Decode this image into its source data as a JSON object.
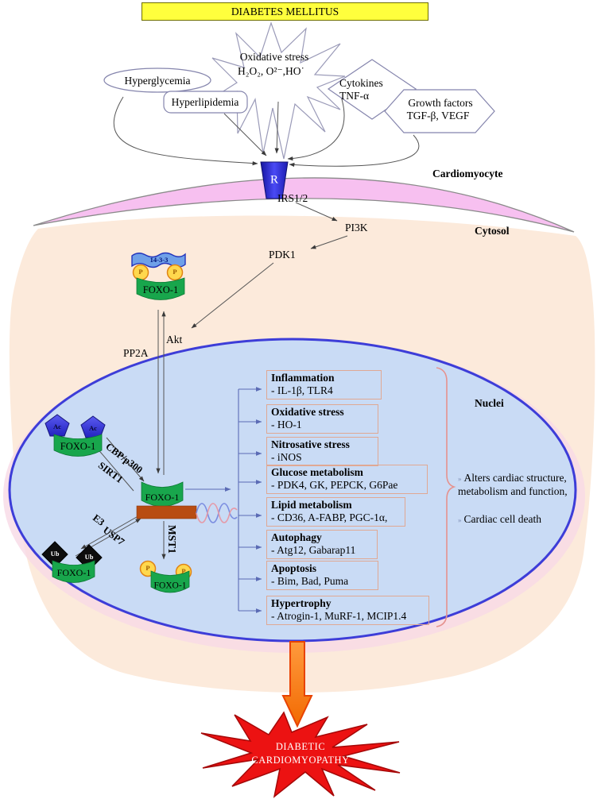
{
  "header": {
    "title": "DIABETES MELLITUS"
  },
  "stressors": {
    "oxidative_line1": "Oxidative stress",
    "oxidative_line2": "H₂O₂, O²⁻,HO˙",
    "hyperglycemia": "Hyperglycemia",
    "hyperlipidemia": "Hyperlipidemia",
    "cytokines_line1": "Cytokines",
    "cytokines_line2": "TNF-α",
    "growth_line1": "Growth factors",
    "growth_line2": "TGF-β, VEGF"
  },
  "cell": {
    "cardiomyocyte": "Cardiomyocyte",
    "cytosol": "Cytosol",
    "nuclei": "Nuclei",
    "receptor": "R",
    "irs": "IRS1/2"
  },
  "signaling": {
    "pi3k": "PI3K",
    "pdk1": "PDK1",
    "akt": "Akt",
    "pp2a": "PP2A",
    "ribbon_14_3_3": "14-3-3",
    "foxo1": "FOXO-1",
    "p_tag": "P",
    "ac_tag": "Ac",
    "ub_tag": "Ub",
    "cbp": "CBP/p300",
    "sirt1": "SIRT1",
    "e3": "E3",
    "usp7": "USP7",
    "mst1": "MST1"
  },
  "targets": {
    "boxes": [
      {
        "title": "Inflammation",
        "item": "- IL-1β, TLR4"
      },
      {
        "title": "Oxidative stress",
        "item": "- HO-1"
      },
      {
        "title": "Nitrosative stress",
        "item": "- iNOS"
      },
      {
        "title": "Glucose metabolism",
        "item": "- PDK4, GK, PEPCK, G6Pae"
      },
      {
        "title": "Lipid metabolism",
        "item": "- CD36, A-FABP, PGC-1α,"
      },
      {
        "title": "Autophagy",
        "item": "- Atg12, Gabarap11"
      },
      {
        "title": "Apoptosis",
        "item": "- Bim, Bad, Puma"
      },
      {
        "title": "Hypertrophy",
        "item": "- Atrogin-1, MuRF-1, MCIP1.4"
      }
    ],
    "bullet": "»",
    "outcome1": "Alters cardiac structure, metabolism and function,",
    "outcome2": "Cardiac cell death"
  },
  "footer": {
    "line1": "DIABETIC",
    "line2": "CARDIOMYOPATHY"
  },
  "colors": {
    "title_bg": "#ffff3d",
    "membrane": "#f7c0f0",
    "cytosol": "#fceadb",
    "nucleus": "#c9dbf5",
    "nucleus_border": "#3d3dd8",
    "foxo_green": "#18a64c",
    "dna_bar": "#b84c12",
    "p_circle": "#ffd84d",
    "ac_pentagon": "#3d3de0",
    "ub_diamond": "#0d0d0d",
    "box_border": "#e0a893",
    "branch_line": "#5b6bb5",
    "brace": "#e6928e",
    "block_arrow": "#f97a12",
    "final_star": "#ec1212"
  }
}
